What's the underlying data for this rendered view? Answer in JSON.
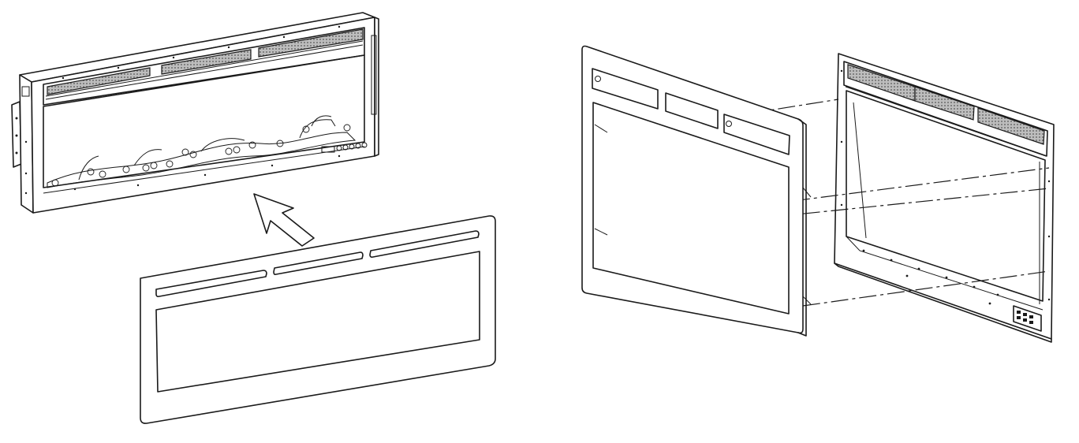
{
  "diagram": {
    "assemblies": [
      {
        "name": "wide-fireplace",
        "step": "attach-trim-frame"
      },
      {
        "name": "tall-fireplace",
        "step": "align-trim-frame"
      }
    ],
    "colors": {
      "line": "#1a1a1a",
      "background": "#ffffff",
      "mesh": "#555555"
    },
    "icons": [
      "arrow-up-icon",
      "control-panel-icon"
    ]
  }
}
